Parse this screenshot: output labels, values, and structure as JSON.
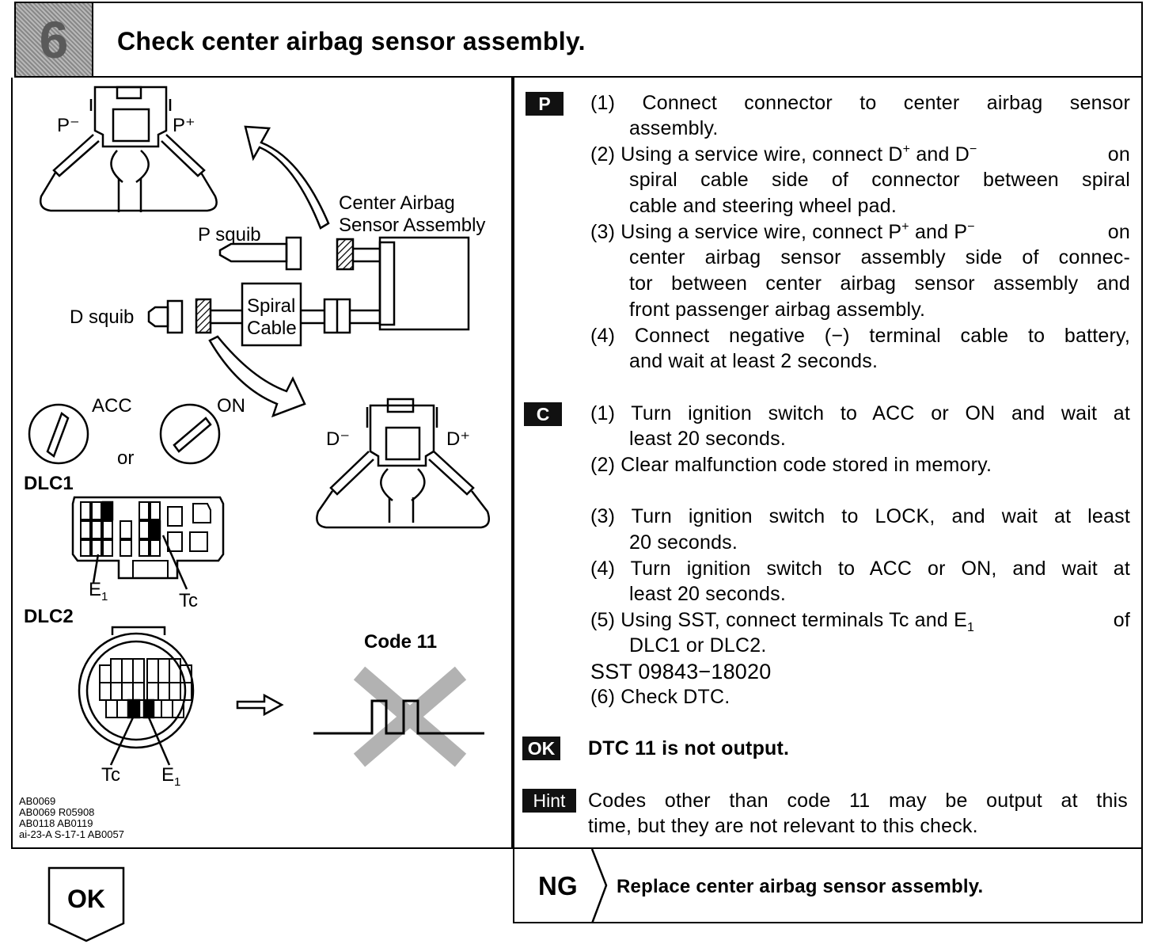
{
  "header": {
    "step_number": "6",
    "title": "Check center airbag sensor assembly."
  },
  "diagram": {
    "labels": {
      "p_minus": "P⁻",
      "p_plus": "P⁺",
      "center_sensor_1": "Center Airbag",
      "center_sensor_2": "Sensor Assembly",
      "p_squib": "P squib",
      "d_squib": "D squib",
      "spiral_1": "Spiral",
      "spiral_2": "Cable",
      "d_minus": "D⁻",
      "d_plus": "D⁺",
      "acc": "ACC",
      "on": "ON",
      "or": "or",
      "dlc1": "DLC1",
      "dlc2": "DLC2",
      "e1": "E",
      "e1_sub": "1",
      "tc": "Tc",
      "code": "Code 11"
    },
    "ref_codes": [
      "AB0069",
      "AB0069 R05908",
      "AB0118 AB0119",
      "ai-23-A S-17-1 AB0057"
    ]
  },
  "procedure": {
    "p_tag": "P",
    "c_tag": "C",
    "ok_tag": "OK",
    "hint_tag": "Hint",
    "p1_a": "(1) Connect connector to center airbag sensor",
    "p1_b": "assembly.",
    "p2_a_pre": "(2) Using a service wire, connect D",
    "p2_a_mid": " and D",
    "p2_a_post": " on",
    "p2_b": "spiral cable side of connector between spiral",
    "p2_c": "cable and steering wheel pad.",
    "p3_a_pre": "(3) Using a service wire, connect P",
    "p3_a_mid": " and P",
    "p3_a_post": " on",
    "p3_b": "center airbag sensor assembly side of connec-",
    "p3_c": "tor between center airbag sensor assembly and",
    "p3_d": "front passenger airbag assembly.",
    "p4_a": "(4) Connect negative (−) terminal cable to battery,",
    "p4_b": "and wait at least 2 seconds.",
    "sup_plus": "+",
    "sup_minus": "−",
    "c1_a": "(1) Turn ignition switch to ACC or ON and wait at",
    "c1_b": "least 20 seconds.",
    "c2": "(2) Clear malfunction code stored in memory.",
    "c3_a": "(3) Turn ignition switch to LOCK, and wait at least",
    "c3_b": "20 seconds.",
    "c4_a": "(4) Turn ignition switch to ACC or ON, and wait at",
    "c4_b": "least 20 seconds.",
    "c5_a_pre": "(5) Using SST, connect terminals Tc and E",
    "c5_a_sub": "1",
    "c5_a_post": " of",
    "c5_b": "DLC1 or DLC2.",
    "sst": "SST 09843−18020",
    "c6": "(6) Check DTC.",
    "ok_text": "DTC 11 is not output.",
    "hint_a": "Codes other than code 11 may be output at this",
    "hint_b": "time, but they are not relevant to this check."
  },
  "results": {
    "ng_label": "NG",
    "ng_text": "Replace center airbag sensor assembly.",
    "ok_label": "OK"
  }
}
